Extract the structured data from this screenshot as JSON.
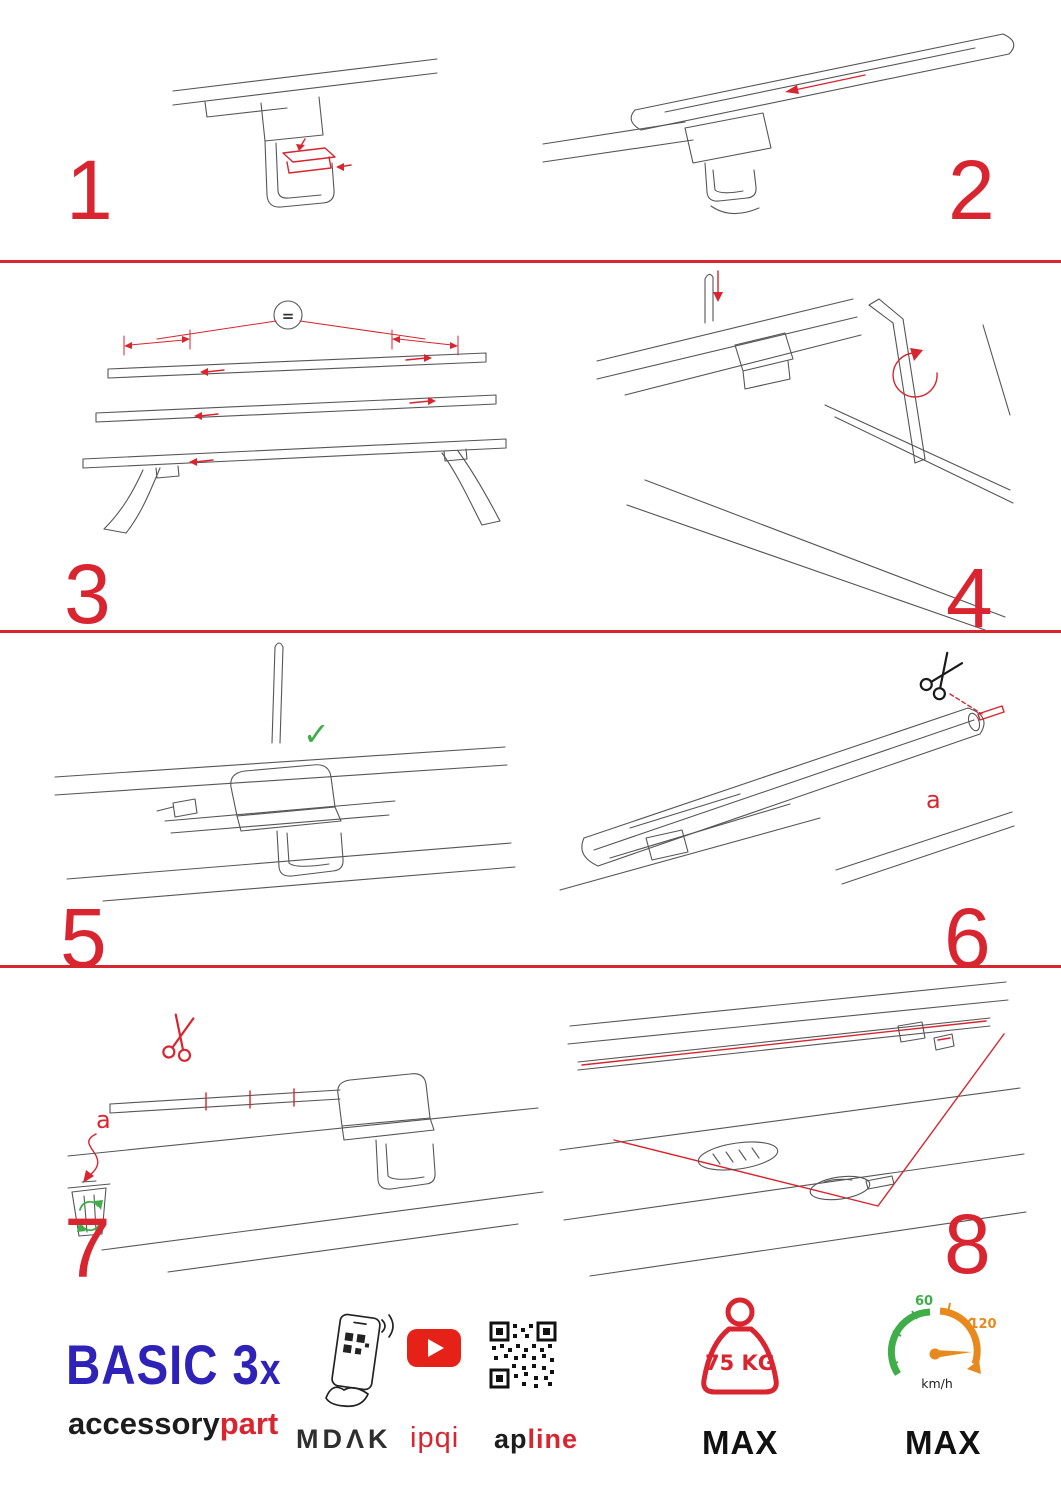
{
  "colors": {
    "red": "#d8252f",
    "blue": "#2e22b8",
    "green": "#3fae49",
    "orange": "#e8891d",
    "ytred": "#e62117"
  },
  "steps": [
    {
      "number": "1"
    },
    {
      "number": "2"
    },
    {
      "number": "3",
      "equal_sign": "="
    },
    {
      "number": "4"
    },
    {
      "number": "5",
      "check_mark": "✓"
    },
    {
      "number": "6",
      "cut_label": "a"
    },
    {
      "number": "7",
      "cut_label": "a"
    },
    {
      "number": "8"
    }
  ],
  "footer": {
    "product_name": "BASIC 3",
    "product_multiplier": "x",
    "brand_prefix": "accessory",
    "brand_suffix": "part",
    "partner_mdak": "MDΛK",
    "partner_ipqi": "ipqi",
    "partner_apline_prefix": "ap",
    "partner_apline_suffix": "line",
    "weight_limit": "75 KG",
    "weight_max_label": "MAX",
    "speed_scale_low": "60",
    "speed_scale_high": "120",
    "speed_unit": "km/h",
    "speed_max_label": "MAX"
  }
}
